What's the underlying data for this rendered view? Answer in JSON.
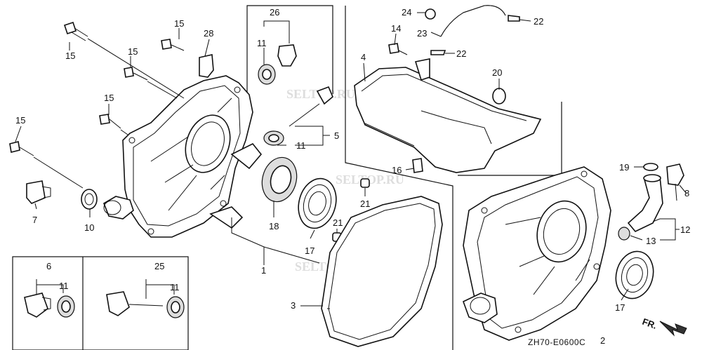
{
  "watermarks": [
    "SELTOP.RU",
    "SELTOP.RU",
    "SELTOP.RU"
  ],
  "diagram_code": "ZH70-E0600C",
  "direction_label": "FR.",
  "callouts": {
    "c1": "1",
    "c2": "2",
    "c3": "3",
    "c4": "4",
    "c5": "5",
    "c6": "6",
    "c7": "7",
    "c8": "8",
    "c10": "10",
    "c11a": "11",
    "c11b": "11",
    "c11c": "11",
    "c11d": "11",
    "c12": "12",
    "c13": "13",
    "c14": "14",
    "c15a": "15",
    "c15b": "15",
    "c15c": "15",
    "c15d": "15",
    "c15e": "15",
    "c16": "16",
    "c17a": "17",
    "c17b": "17",
    "c18": "18",
    "c19": "19",
    "c20": "20",
    "c21a": "21",
    "c21b": "21",
    "c22a": "22",
    "c22b": "22",
    "c23": "23",
    "c24": "24",
    "c25": "25",
    "c26": "26",
    "c28": "28"
  }
}
